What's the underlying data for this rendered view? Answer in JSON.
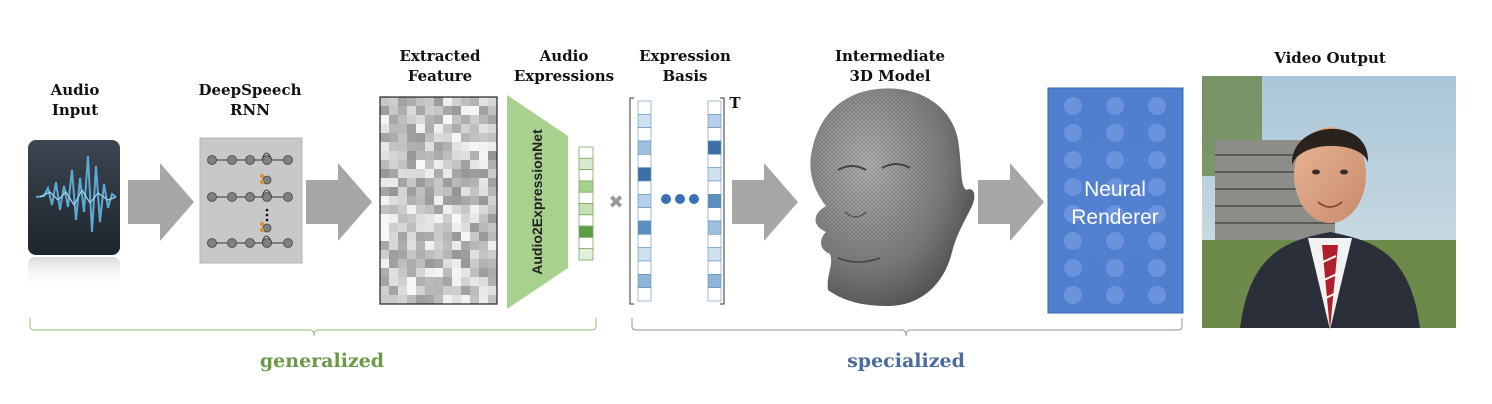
{
  "labels": {
    "audio_input": [
      "Audio",
      "Input"
    ],
    "deepspeech": [
      "DeepSpeech",
      "RNN"
    ],
    "extracted": [
      "Extracted",
      "Feature"
    ],
    "audio_expr": [
      "Audio",
      "Expressions"
    ],
    "expr_basis": [
      "Expression",
      "Basis"
    ],
    "intermediate": [
      "Intermediate",
      "3D Model"
    ],
    "video_output": "Video Output"
  },
  "network_label": "Audio2ExpressionNet",
  "transpose_mark": "T",
  "multiply_symbol": "✖",
  "renderer_label": [
    "Neural",
    "Renderer"
  ],
  "groups": {
    "generalized": "generalized",
    "specialized": "specialized"
  },
  "colors": {
    "generalized": "#6a9a45",
    "specialized": "#4a6aa0",
    "arrow": "#a6a6a6",
    "net_green": "#a9d18e",
    "renderer": "#4f7ecf",
    "basis_blue": "#5b8fc0"
  }
}
